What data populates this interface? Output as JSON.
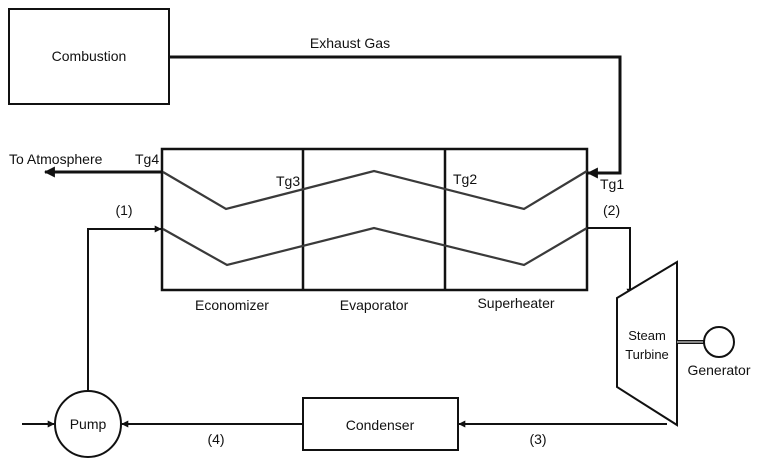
{
  "colors": {
    "stroke": "#111111",
    "background": "#ffffff"
  },
  "components": {
    "combustion": "Combustion",
    "economizer": "Economizer",
    "evaporator": "Evaporator",
    "superheater": "Superheater",
    "steam_turbine_line1": "Steam",
    "steam_turbine_line2": "Turbine",
    "generator": "Generator",
    "condenser": "Condenser",
    "pump": "Pump"
  },
  "flows": {
    "exhaust_gas": "Exhaust Gas",
    "to_atmosphere": "To Atmosphere"
  },
  "gas_temperatures": {
    "tg1": "Tg1",
    "tg2": "Tg2",
    "tg3": "Tg3",
    "tg4": "Tg4"
  },
  "state_points": {
    "p1": "(1)",
    "p2": "(2)",
    "p3": "(3)",
    "p4": "(4)"
  }
}
